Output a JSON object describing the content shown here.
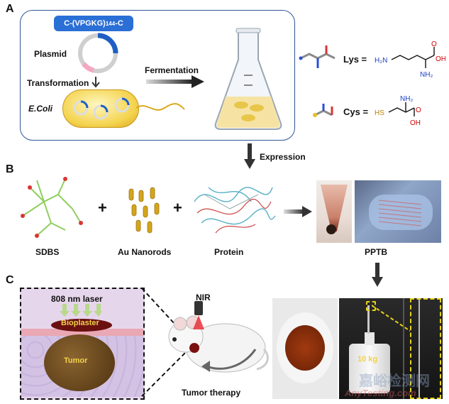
{
  "panels": {
    "a": "A",
    "b": "B",
    "c": "C"
  },
  "panel_a": {
    "gene_tag": "C-(VPGKG)",
    "gene_sub": "144",
    "gene_end": "-C",
    "plasmid": "Plasmid",
    "transformation": "Transformation",
    "ecoli": "E.Coli",
    "fermentation": "Fermentation",
    "lys": "Lys =",
    "cys": "Cys =",
    "lys_atoms": {
      "n1": "H₂N",
      "o": "O",
      "oh": "OH",
      "nh2": "NH₂"
    },
    "cys_atoms": {
      "hs": "HS",
      "nh2": "NH₂",
      "o": "O",
      "oh": "OH"
    }
  },
  "expression": "Expression",
  "panel_b": {
    "sdbs": "SDBS",
    "au": "Au Nanorods",
    "protein": "Protein",
    "pptb": "PPTB",
    "plus": "+"
  },
  "panel_c": {
    "laser": "808 nm laser",
    "bioplaster": "Bioplaster",
    "tumor": "Tumor",
    "nir": "NIR",
    "therapy": "Tumor therapy",
    "weight": "10 kg"
  },
  "watermark": {
    "cn": "嘉峪检测网",
    "en": "AnyTesting.com"
  },
  "colors": {
    "accent_blue": "#1f5fc4",
    "gold": "#d4a51c",
    "tumor": "#6b4a1e",
    "dashed": "#e6d21a"
  }
}
